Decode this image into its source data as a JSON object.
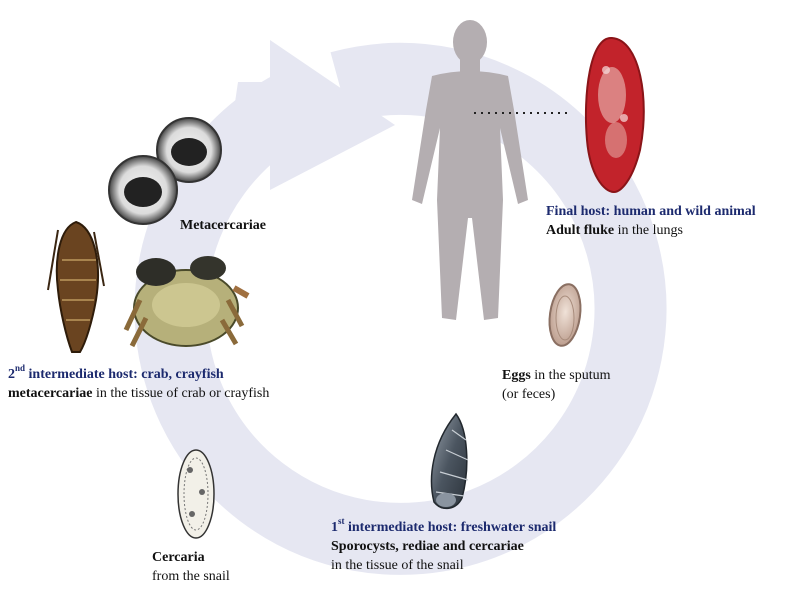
{
  "final_host": {
    "title": "Final host: human and wild animal",
    "detail_bold": "Adult fluke",
    "detail_rest": " in the lungs"
  },
  "metacercariae_label": "Metacercariae",
  "eggs": {
    "bold": "Eggs",
    "rest": " in the sputum",
    "line2": "(or feces)"
  },
  "first_host": {
    "num": "1",
    "sup": "st",
    "title_rest": " intermediate host: freshwater snail",
    "line2": "Sporocysts, rediae and cercariae",
    "line3": "in the tissue of the snail"
  },
  "second_host": {
    "num": "2",
    "sup": "nd",
    "title_rest": " intermediate host: crab, crayfish",
    "line2_bold": "metacercariae",
    "line2_rest": " in the tissue of crab or crayfish"
  },
  "cercaria": {
    "bold": "Cercaria",
    "line2": "from the snail"
  },
  "colors": {
    "cycle_ring": "#e6e7f2",
    "human_silhouette": "#b4aeb1",
    "label_blue": "#1c2a6e",
    "fluke_red": "#c2232b"
  }
}
